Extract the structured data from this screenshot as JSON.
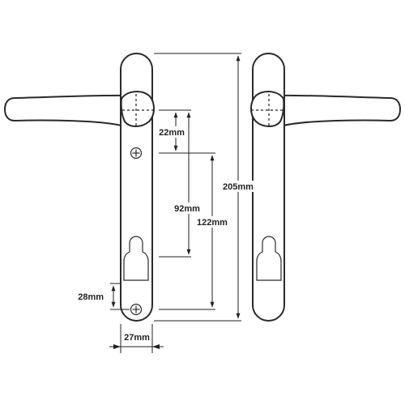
{
  "diagram": {
    "dimensions": [
      {
        "id": "screw-to-cylinder-top",
        "label": "22mm"
      },
      {
        "id": "screw-to-cylinder-centre",
        "label": "92mm"
      },
      {
        "id": "screw-centres",
        "label": "122mm"
      },
      {
        "id": "plate-height",
        "label": "205mm"
      },
      {
        "id": "cylinder-to-bottom-screw",
        "label": "28mm"
      },
      {
        "id": "plate-width",
        "label": "27mm"
      }
    ],
    "colors": {
      "line": "#2a2a2a",
      "background": "#ffffff"
    }
  }
}
